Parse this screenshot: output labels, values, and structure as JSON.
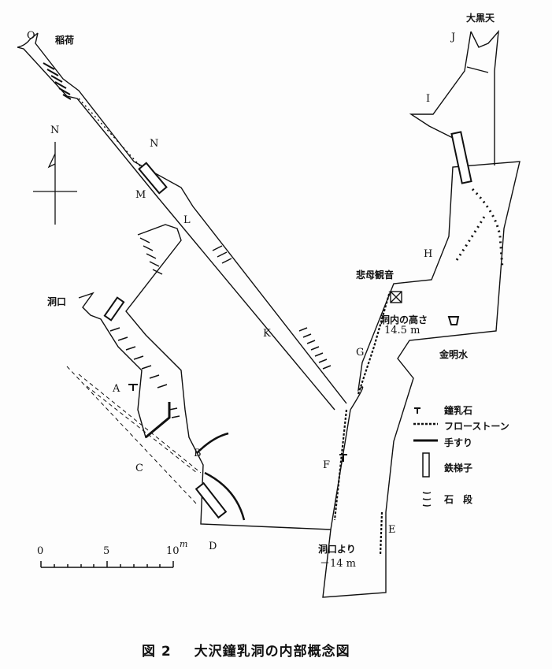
{
  "points": [
    "O",
    "N",
    "M",
    "L",
    "K",
    "G",
    "H",
    "I",
    "J",
    "A",
    "B",
    "C",
    "D",
    "E",
    "F"
  ],
  "places": {
    "inari": "稲荷",
    "daikokuten": "大黒天",
    "hibo_kannon": "悲母観音",
    "cave_height_label": "洞内の高さ",
    "cave_height_value": "14.5 m",
    "kinmeisui": "金明水",
    "entrance": "洞口",
    "depth_label": "洞口より",
    "depth_value": "－14 m"
  },
  "compass": {
    "north": "N"
  },
  "scale": {
    "ticks": [
      "0",
      "5",
      "10"
    ],
    "unit": "m"
  },
  "legend": [
    {
      "symbol": "stalactite",
      "label": "鐘乳石"
    },
    {
      "symbol": "flowstone",
      "label": "フローストーン"
    },
    {
      "symbol": "handrail",
      "label": "手すり"
    },
    {
      "symbol": "iron-ladder",
      "label": "鉄梯子"
    },
    {
      "symbol": "stone-steps",
      "label": "石　段"
    }
  ],
  "caption": {
    "number": "図 2",
    "title": "大沢鐘乳洞の内部概念図"
  }
}
